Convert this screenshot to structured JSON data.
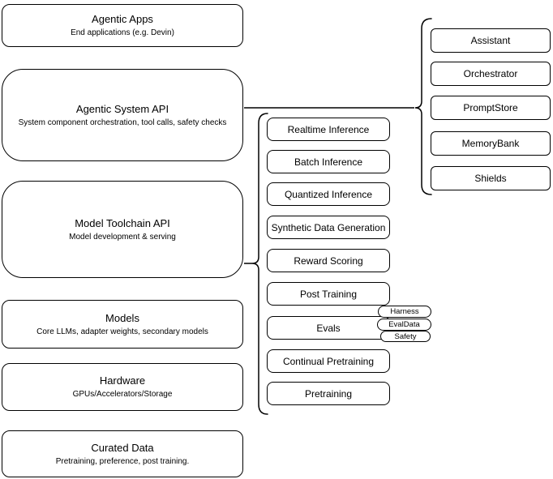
{
  "diagram": {
    "left_stack": [
      {
        "title": "Agentic Apps",
        "subtitle": "End applications (e.g. Devin)"
      },
      {
        "title": "Agentic System API",
        "subtitle": "System component orchestration, tool calls, safety checks"
      },
      {
        "title": "Model Toolchain API",
        "subtitle": "Model development & serving"
      },
      {
        "title": "Models",
        "subtitle": "Core LLMs, adapter weights, secondary models"
      },
      {
        "title": "Hardware",
        "subtitle": "GPUs/Accelerators/Storage"
      },
      {
        "title": "Curated Data",
        "subtitle": "Pretraining, preference, post training."
      }
    ],
    "toolchain_group": {
      "items": [
        "Realtime Inference",
        "Batch Inference",
        "Quantized Inference",
        "Synthetic Data Generation",
        "Reward Scoring",
        "Post Training",
        "Evals",
        "Continual Pretraining",
        "Pretraining"
      ],
      "eval_tags": [
        "Harness",
        "EvalData",
        "Safety"
      ]
    },
    "system_group": {
      "items": [
        "Assistant",
        "Orchestrator",
        "PromptStore",
        "MemoryBank",
        "Shields"
      ]
    },
    "colors": {
      "stroke": "#000000",
      "canvas_bg": "#ffffff",
      "text": "#000000"
    }
  }
}
